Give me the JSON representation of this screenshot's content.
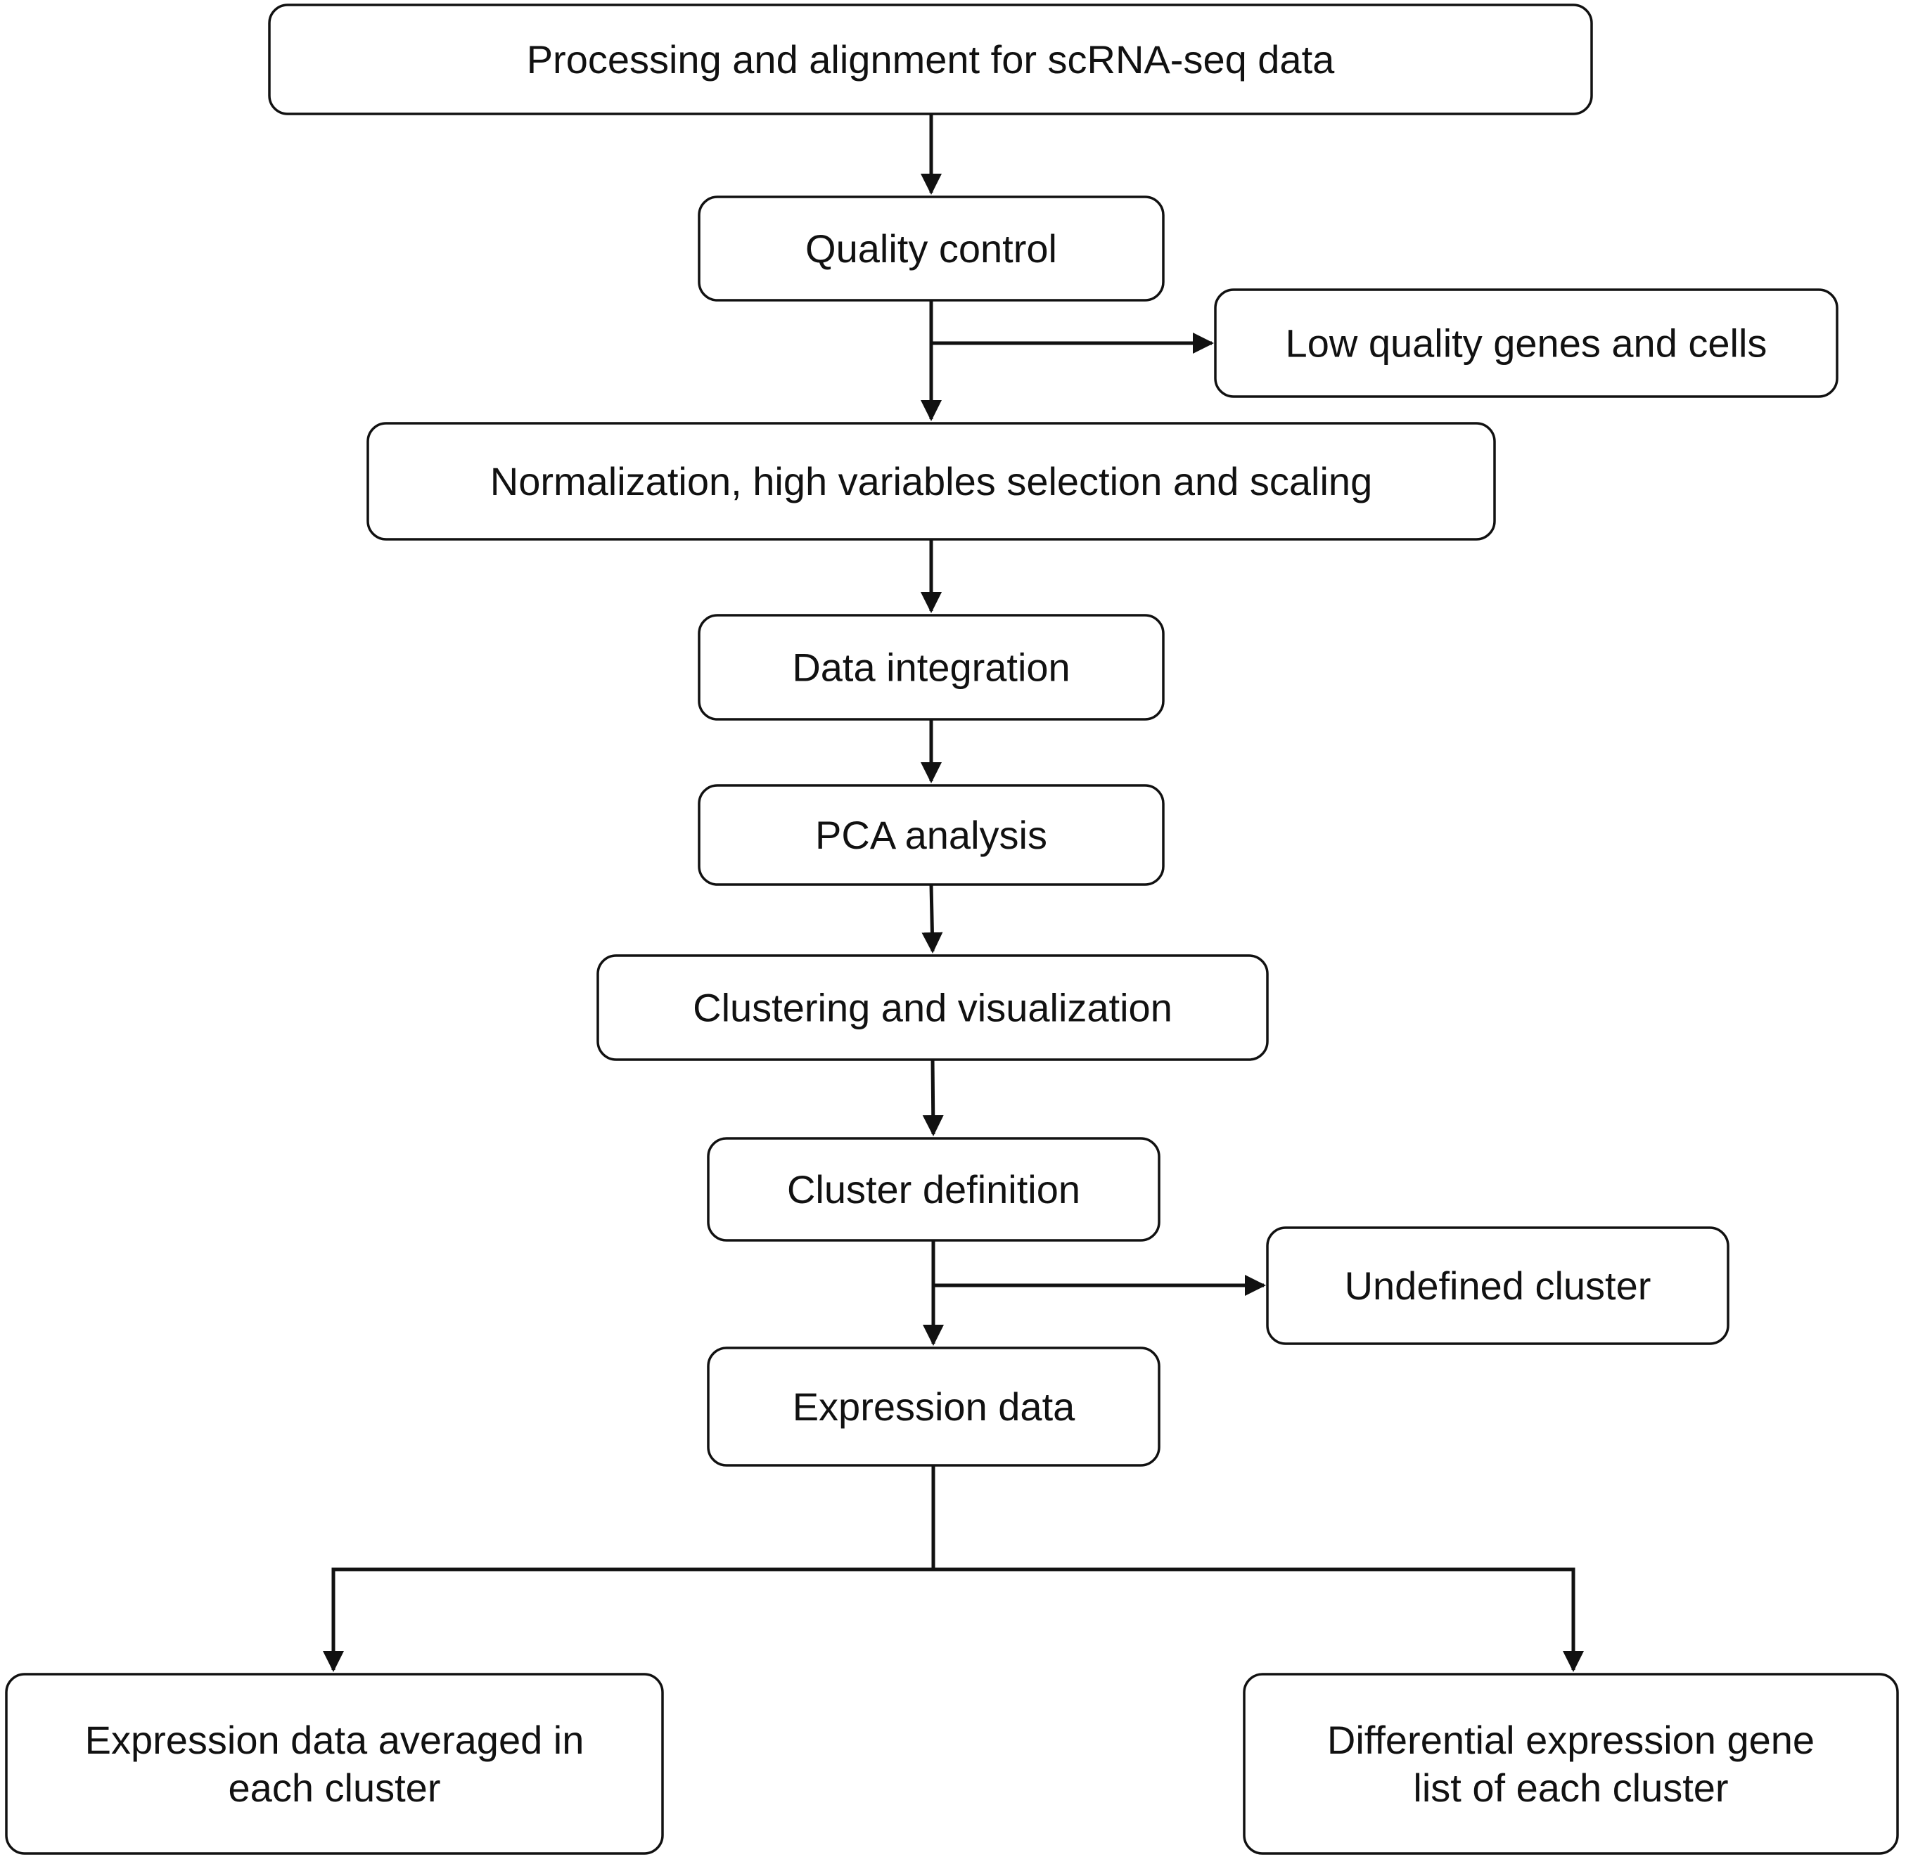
{
  "nodes": {
    "processing": {
      "lines": [
        "Processing and alignment for scRNA-seq data"
      ]
    },
    "quality_control": {
      "lines": [
        "Quality control"
      ]
    },
    "low_quality": {
      "lines": [
        "Low quality genes and cells"
      ]
    },
    "normalization": {
      "lines": [
        "Normalization, high variables selection and scaling"
      ]
    },
    "data_integration": {
      "lines": [
        "Data integration"
      ]
    },
    "pca": {
      "lines": [
        "PCA analysis"
      ]
    },
    "clustering": {
      "lines": [
        "Clustering and visualization"
      ]
    },
    "cluster_definition": {
      "lines": [
        "Cluster definition"
      ]
    },
    "undefined_cluster": {
      "lines": [
        "Undefined cluster"
      ]
    },
    "expression_data": {
      "lines": [
        "Expression data"
      ]
    },
    "averaged": {
      "lines": [
        "Expression data averaged in",
        "each cluster"
      ]
    },
    "differential": {
      "lines": [
        "Differential expression gene",
        "list of each cluster"
      ]
    }
  },
  "edges": [
    {
      "from": "processing",
      "to": "quality_control"
    },
    {
      "from": "quality_control",
      "to": "normalization"
    },
    {
      "from": "quality_control",
      "to": "low_quality"
    },
    {
      "from": "normalization",
      "to": "data_integration"
    },
    {
      "from": "data_integration",
      "to": "pca"
    },
    {
      "from": "pca",
      "to": "clustering"
    },
    {
      "from": "clustering",
      "to": "cluster_definition"
    },
    {
      "from": "cluster_definition",
      "to": "expression_data"
    },
    {
      "from": "cluster_definition",
      "to": "undefined_cluster"
    },
    {
      "from": "expression_data",
      "to": "averaged"
    },
    {
      "from": "expression_data",
      "to": "differential"
    }
  ],
  "colors": {
    "stroke": "#111111",
    "fill": "#ffffff",
    "text": "#111111"
  }
}
